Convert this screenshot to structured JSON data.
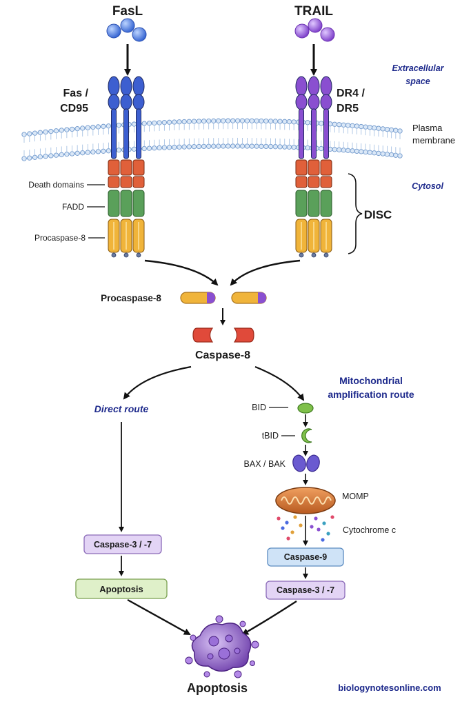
{
  "ligands": {
    "fasl": "FasL",
    "trail": "TRAIL"
  },
  "receptors": {
    "fas_line1": "Fas /",
    "fas_line2": "CD95",
    "dr_line1": "DR4 /",
    "dr_line2": "DR5"
  },
  "compartments": {
    "extracellular_line1": "Extracellular",
    "extracellular_line2": "space",
    "membrane_line1": "Plasma",
    "membrane_line2": "membrane",
    "cytosol": "Cytosol"
  },
  "complex_labels": {
    "death_domains": "Death domains",
    "fadd": "FADD",
    "procaspase8_disc": "Procaspase-8",
    "disc": "DISC"
  },
  "cascade": {
    "procaspase8": "Procaspase-8",
    "caspase8": "Caspase-8",
    "direct_route": "Direct route",
    "mito_route_line1": "Mitochondrial",
    "mito_route_line2": "amplification route",
    "bid": "BID",
    "tbid": "tBID",
    "bax_bak": "BAX / BAK",
    "momp": "MOMP",
    "cytochrome_c": "Cytochrome c",
    "caspase9": "Caspase-9",
    "caspase37_left": "Caspase-3 / -7",
    "caspase37_right": "Caspase-3 / -7",
    "apoptosis_box": "Apoptosis",
    "apoptosis_final": "Apoptosis"
  },
  "watermark": "biologynotesonline.com",
  "colors": {
    "fas_receptor": "#3d5fd0",
    "dr_receptor": "#8a4fd0",
    "death_domain": "#e0603a",
    "fadd": "#5aa05a",
    "procaspase": "#f0b43a",
    "caspase8": "#e04a3a",
    "caspase9_box": "#cfe3f7",
    "caspase37_box": "#e3d4f5",
    "apoptosis_box": "#dff0c9",
    "label_blue": "#1e2a8c"
  }
}
